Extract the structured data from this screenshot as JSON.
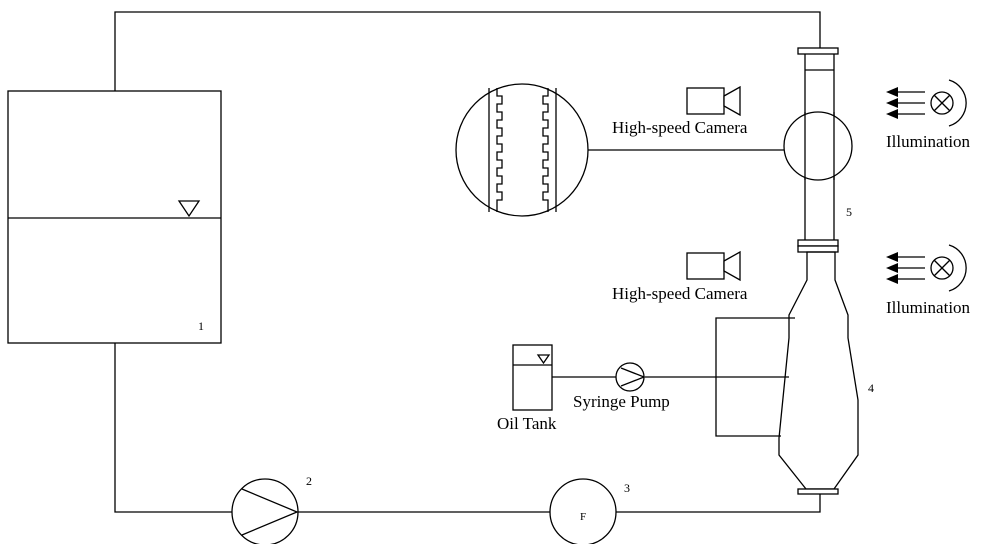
{
  "labels": {
    "tank_number": "1",
    "pump_number": "2",
    "flowmeter_number": "3",
    "flowmeter_symbol": "F",
    "chamber_number": "4",
    "test_section_number": "5",
    "camera_top": "High-speed Camera",
    "camera_bottom": "High-speed Camera",
    "illumination_top": "Illumination",
    "illumination_bottom": "Illumination",
    "oil_tank": "Oil Tank",
    "syringe_pump": "Syringe Pump"
  },
  "icons": {
    "camera": "video-camera-icon",
    "lamp": "lamp-crossed-circle-icon",
    "arrows": "light-arrows-icon",
    "water_level": "inverted-triangle-level-icon",
    "pump": "centrifugal-pump-icon",
    "flowmeter": "flowmeter-circle-icon"
  },
  "colors": {
    "line": "#000000",
    "background": "#ffffff"
  }
}
